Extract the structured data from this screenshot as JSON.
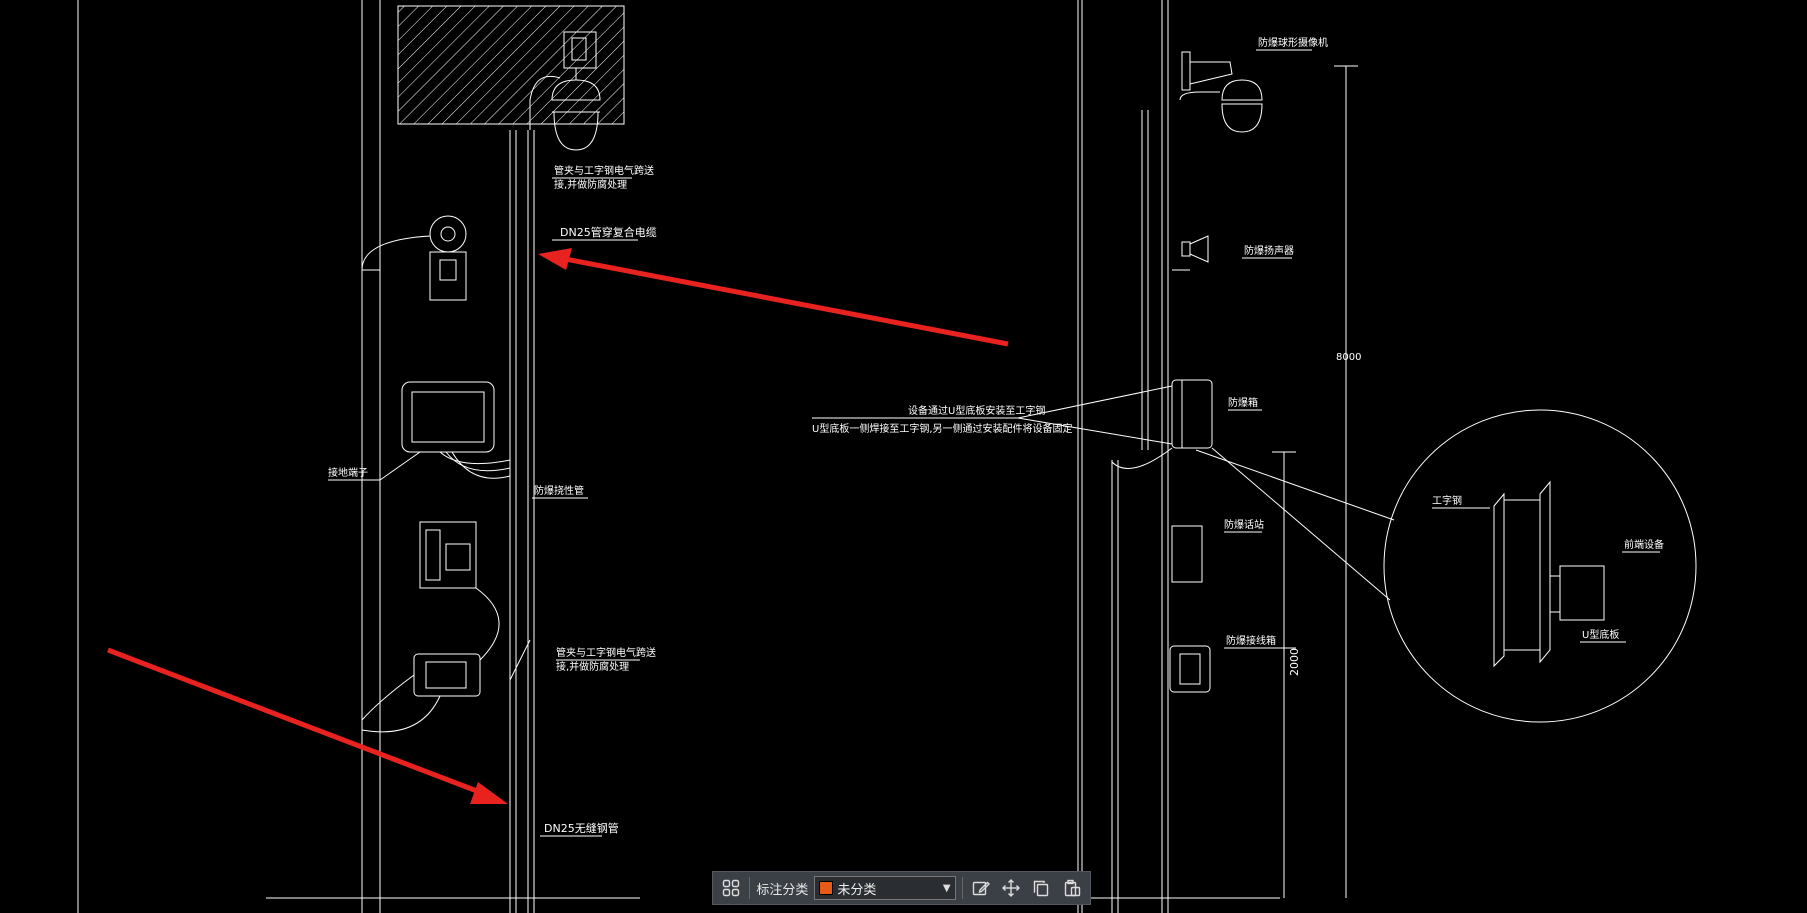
{
  "drawing": {
    "labels": {
      "camera_pipe_note_1": "管夹与工字钢电气跨送",
      "camera_pipe_note_2": "接,并做防腐处理",
      "dn25_cable": "DN25管穿复合电缆",
      "ground_terminal": "接地端子",
      "explosion_proof_conduit": "防爆挠性管",
      "pipe_clamp_note_1": "管夹与工字钢电气跨送",
      "pipe_clamp_note_2": "接,并做防腐处理",
      "dn25_steel_pipe": "DN25无缝钢管",
      "ptz_camera": "防爆球形摄像机",
      "speaker": "防爆扬声器",
      "junction_box": "防爆箱",
      "mount_note_1": "设备通过U型底板安装至工字钢",
      "mount_note_2": "U型底板一侧焊接至工字钢,另一侧通过安装配件将设备固定",
      "ex_device": "防爆话站",
      "ex_junction": "防爆接线箱",
      "i_beam": "工字钢",
      "device": "前端设备",
      "u_plate": "U型底板",
      "dim_8000": "8000",
      "dim_2000": "2000"
    },
    "arrow_color": "#e8221e",
    "line_color": "#ffffff"
  },
  "toolbar": {
    "grid_icon": "grid-icon",
    "category_label": "标注分类",
    "category_value": "未分类",
    "category_color": "#e85a18",
    "icons": [
      "edit-icon",
      "move-icon",
      "copy-icon",
      "paste-icon"
    ]
  }
}
